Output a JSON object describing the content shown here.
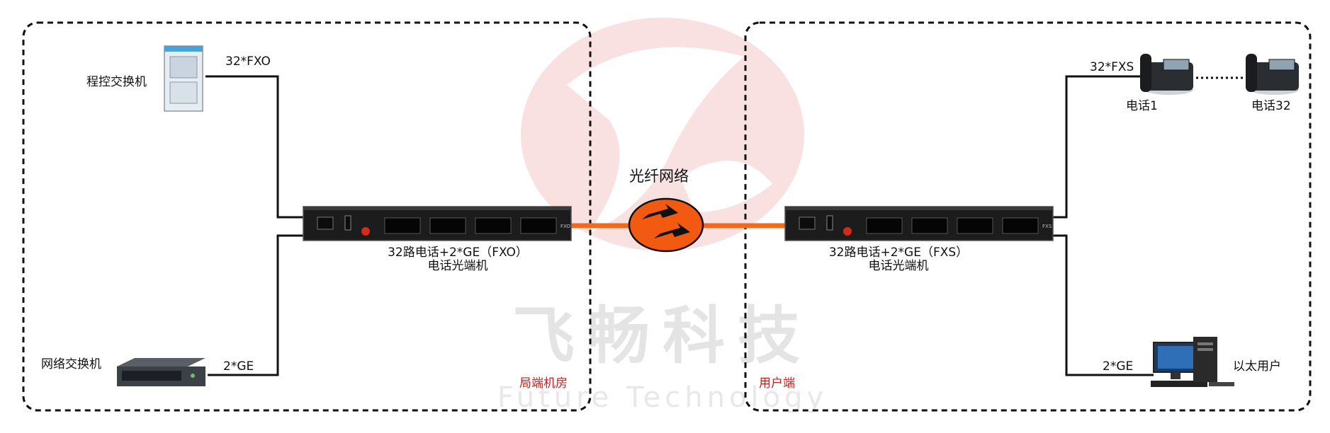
{
  "zones": {
    "left": {
      "name": "局端机房"
    },
    "right": {
      "name": "用户端"
    }
  },
  "watermark": {
    "cn": "飞畅科技",
    "en": "Future Technology"
  },
  "network": {
    "label": "光纤网络"
  },
  "left_side": {
    "pbx_label": "程控交换机",
    "pbx_link": "32*FXO",
    "switch_label": "网络交换机",
    "switch_link": "2*GE",
    "device_line1": "32路电话+2*GE（FXO）",
    "device_line2": "电话光端机",
    "device_badge": "FXO"
  },
  "right_side": {
    "phones_link": "32*FXS",
    "phone1_label": "电话1",
    "phone32_label": "电话32",
    "pc_link": "2*GE",
    "pc_label": "以太用户",
    "device_line1": "32路电话+2*GE（FXS）",
    "device_line2": "电话光端机",
    "device_badge": "FXS"
  },
  "colors": {
    "fiber": "#f26a1b",
    "cloud": "#f15a10",
    "watermark_red": "#f5c9c9",
    "zone_label": "#c81e1e"
  }
}
